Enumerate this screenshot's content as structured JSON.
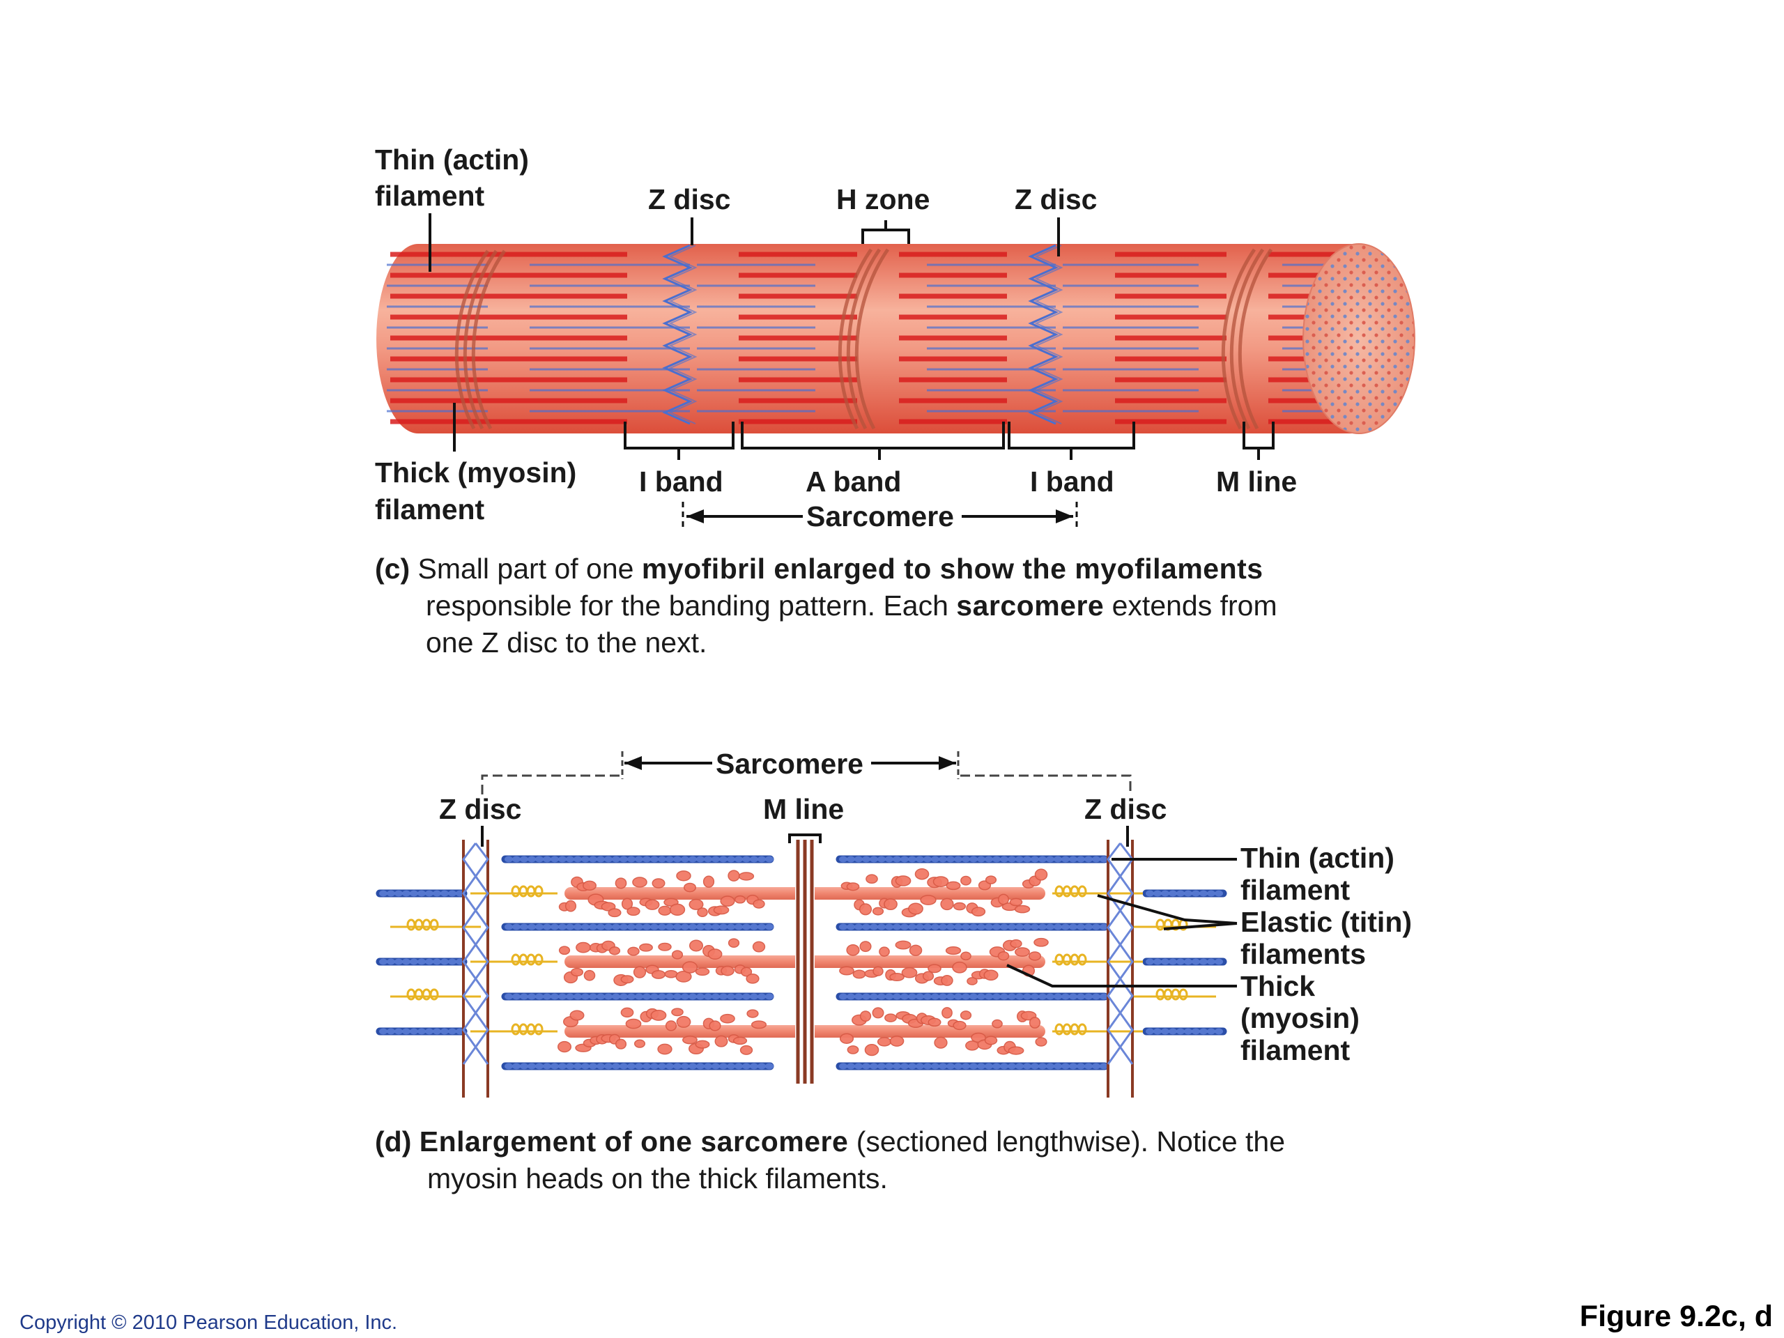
{
  "panel_c": {
    "labels": {
      "thin_filament_l1": "Thin (actin)",
      "thin_filament_l2": "filament",
      "z_disc_left": "Z disc",
      "h_zone": "H zone",
      "z_disc_right": "Z disc",
      "thick_filament_l1": "Thick (myosin)",
      "thick_filament_l2": "filament",
      "i_band_left": "I band",
      "a_band": "A  band",
      "i_band_right": "I band",
      "m_line": "M line",
      "sarcomere": "Sarcomere"
    },
    "caption": {
      "tag": "(c)",
      "t1": " Small part of one ",
      "b1": "myofibril enlarged to show the myofilaments",
      "t2": "responsible for the banding pattern. Each ",
      "b2": "sarcomere",
      "t3": " extends from",
      "t4": "one Z disc to the next."
    }
  },
  "panel_d": {
    "labels": {
      "sarcomere": "Sarcomere",
      "z_disc_left": "Z disc",
      "m_line": "M line",
      "z_disc_right": "Z disc",
      "thin_l1": "Thin (actin)",
      "thin_l2": "filament",
      "elastic_l1": "Elastic (titin)",
      "elastic_l2": "filaments",
      "thick_l1": "Thick",
      "thick_l2": "(myosin)",
      "thick_l3": "filament"
    },
    "caption": {
      "tag": "(d)",
      "b1": "Enlargement of one sarcomere",
      "t1": " (sectioned lengthwise). Notice the",
      "t2": "myosin heads on the thick filaments."
    }
  },
  "footer": {
    "copyright": "Copyright © 2010 Pearson Education, Inc.",
    "figure_number": "Figure 9.2c, d"
  },
  "colors": {
    "myofibril": "#ef8a74",
    "thick_filament": "#d91e1e",
    "z_line": "#4a6fd0",
    "actin": "#2a4ea8",
    "titin": "#e8b423",
    "myosin": "#f27a66",
    "disc_brown": "#8a3a24"
  }
}
